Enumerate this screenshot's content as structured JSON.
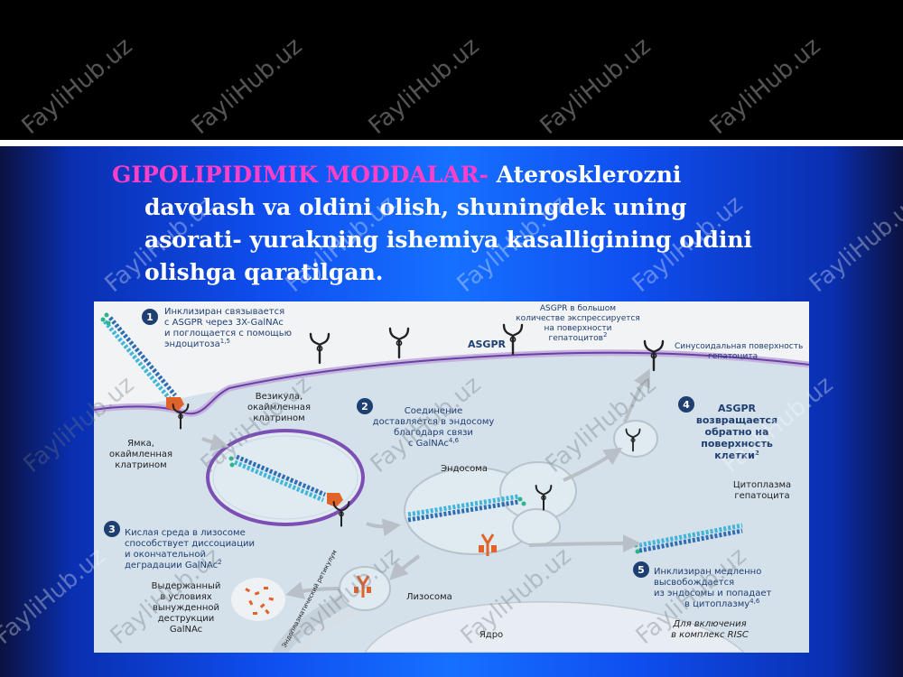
{
  "slide": {
    "heading_keyword": "GIPOLIPIDIMIK  MODDALAR-",
    "heading_line1_rest": " Aterosklerozni",
    "heading_line2": "davolash va  oldini olish, shuningdek uning",
    "heading_line3": "asorati- yurakning ishemiya  kasalligining oldini",
    "heading_line4": "olishga  qaratilgan."
  },
  "watermark": "FayliHub.uz",
  "colors": {
    "heading_keyword": "#ff3fc9",
    "heading_text": "#ffffff",
    "step_badge": "#1f3f73",
    "strand_blue": "#2f6db3",
    "galnac": "#2bb58a",
    "receptor": "#e0632a"
  },
  "figure": {
    "step1": {
      "number": "1",
      "line1": "Инклизиран связывается",
      "line2": "с  ASGPR через 3X-GalNAc",
      "line3": "и поглощается с помощью",
      "line4": "эндоцитоза",
      "sup": "1,5"
    },
    "asgpr_expression": {
      "line1": "ASGPR в большом",
      "line2": "количестве экспрессируется",
      "line3": "на поверхности",
      "line4": "гепатоцитов",
      "sup": "2"
    },
    "asgpr_label": "ASGPR",
    "surface": {
      "line1": "Синусоидальная поверхность",
      "line2": "гепатоцита"
    },
    "vesicle": {
      "line1": "Везикула,",
      "line2": "окаймленная",
      "line3": "клатрином"
    },
    "pit": {
      "line1": "Ямка,",
      "line2": "окаймленная",
      "line3": "клатрином"
    },
    "step2": {
      "number": "2",
      "line1": "Соединение",
      "line2": "доставляется в эндосому",
      "line3": "благодаря связи",
      "line4": "с GalNAc",
      "sup": "4,6"
    },
    "step4": {
      "number": "4",
      "line1": "ASGPR",
      "line2": "возвращается",
      "line3": "обратно на",
      "line4": "поверхность",
      "line5": "клетки",
      "sup": "2"
    },
    "endosome_label": "Эндосома",
    "cytoplasm": {
      "line1": "Цитоплазма",
      "line2": "гепатоцита"
    },
    "step3": {
      "number": "3",
      "line1": "Кислая среда в лизосоме",
      "line2": "способствует диссоциации",
      "line3": "и окончательной",
      "line4": "деградации GalNAc",
      "sup": "2"
    },
    "step5": {
      "number": "5",
      "line1": "Инклизиран медленно",
      "line2": "высвобождается",
      "line3": "из эндосомы и попадает",
      "line4": "в цитоплазму",
      "sup": "4,6"
    },
    "resistant": {
      "line1": "Выдержанный",
      "line2": "в условиях",
      "line3": "вынужденной",
      "line4": "деструкции",
      "line5": "GalNAc"
    },
    "lysosome_label": "Лизосома",
    "er_label": "Эндоплазматический ретикулум",
    "nucleus_label": "Ядро",
    "risc": {
      "line1": "Для включения",
      "line2": "в комплекс RISC"
    }
  }
}
